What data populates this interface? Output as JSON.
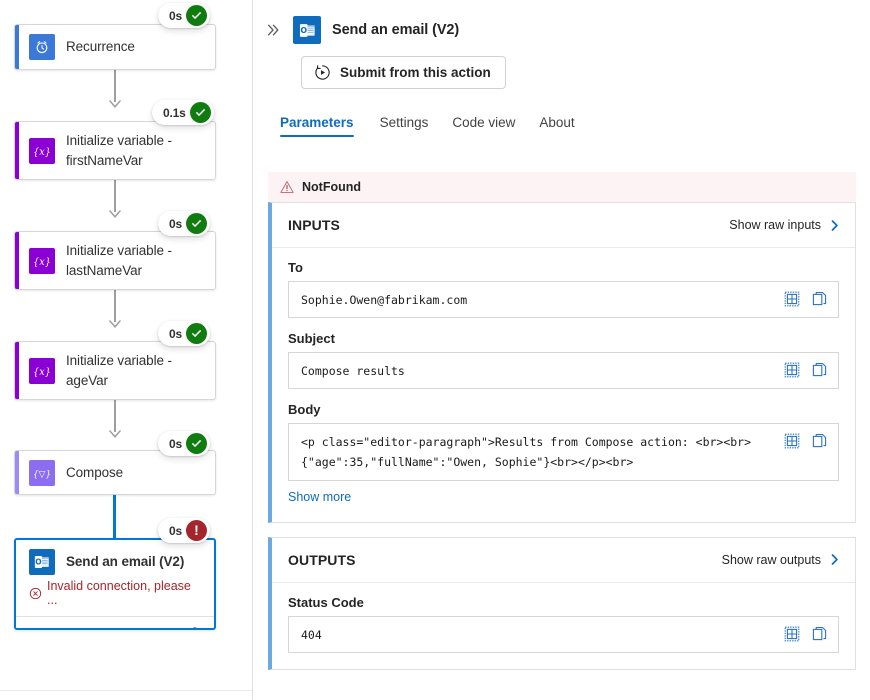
{
  "workflow": {
    "nodes": [
      {
        "title": "Recurrence",
        "icon": "clock-icon",
        "icon_bg": "#3b78d8",
        "accent": "#3b78d8",
        "duration": "0s",
        "status": "success"
      },
      {
        "title": "Initialize variable - firstNameVar",
        "icon": "variable-icon",
        "icon_bg": "#8a00d4",
        "accent": "#8a00d4",
        "duration": "0.1s",
        "status": "success"
      },
      {
        "title": "Initialize variable - lastNameVar",
        "icon": "variable-icon",
        "icon_bg": "#8a00d4",
        "accent": "#8a00d4",
        "duration": "0s",
        "status": "success"
      },
      {
        "title": "Initialize variable - ageVar",
        "icon": "variable-icon",
        "icon_bg": "#8a00d4",
        "accent": "#8a00d4",
        "duration": "0s",
        "status": "success"
      },
      {
        "title": "Compose",
        "icon": "compose-icon",
        "icon_bg": "#8c6cf0",
        "accent": "#9b8bf4",
        "duration": "0s",
        "status": "success"
      },
      {
        "title": "Send an email (V2)",
        "icon": "outlook-icon",
        "icon_bg": "#0f6cbd",
        "accent": "#0078d4",
        "duration": "0s",
        "status": "error",
        "error_text": "Invalid connection, please ..."
      }
    ],
    "colors": {
      "success": "#107c10",
      "error": "#a4262c",
      "selected_border": "#0078d4",
      "connector": "#a19f9d",
      "connector_active": "#0078d4"
    }
  },
  "panel": {
    "expand_icon": "chevron-double-right-icon",
    "title": "Send an email (V2)",
    "icon": "outlook-icon",
    "submit_button": "Submit from this action",
    "submit_icon": "play-resubmit-icon",
    "tabs": [
      {
        "label": "Parameters",
        "active": true
      },
      {
        "label": "Settings",
        "active": false
      },
      {
        "label": "Code view",
        "active": false
      },
      {
        "label": "About",
        "active": false
      }
    ],
    "error_banner": {
      "icon": "warning-triangle-icon",
      "text": "NotFound"
    },
    "inputs": {
      "title": "INPUTS",
      "show_raw": "Show raw inputs",
      "show_raw_icon": "chevron-right-icon",
      "fields": [
        {
          "label": "To",
          "value": "Sophie.Owen@fabrikam.com"
        },
        {
          "label": "Subject",
          "value": "Compose results"
        },
        {
          "label": "Body",
          "value": "<p class=\"editor-paragraph\">Results from Compose action: <br><br>{\"age\":35,\"fullName\":\"Owen, Sophie\"}<br></p><br>"
        }
      ],
      "show_more": "Show more"
    },
    "outputs": {
      "title": "OUTPUTS",
      "show_raw": "Show raw outputs",
      "show_raw_icon": "chevron-right-icon",
      "fields": [
        {
          "label": "Status Code",
          "value": "404"
        }
      ]
    },
    "field_action_icons": [
      "table-view-icon",
      "copy-icon"
    ],
    "accent_color": "#0f6cbd"
  }
}
